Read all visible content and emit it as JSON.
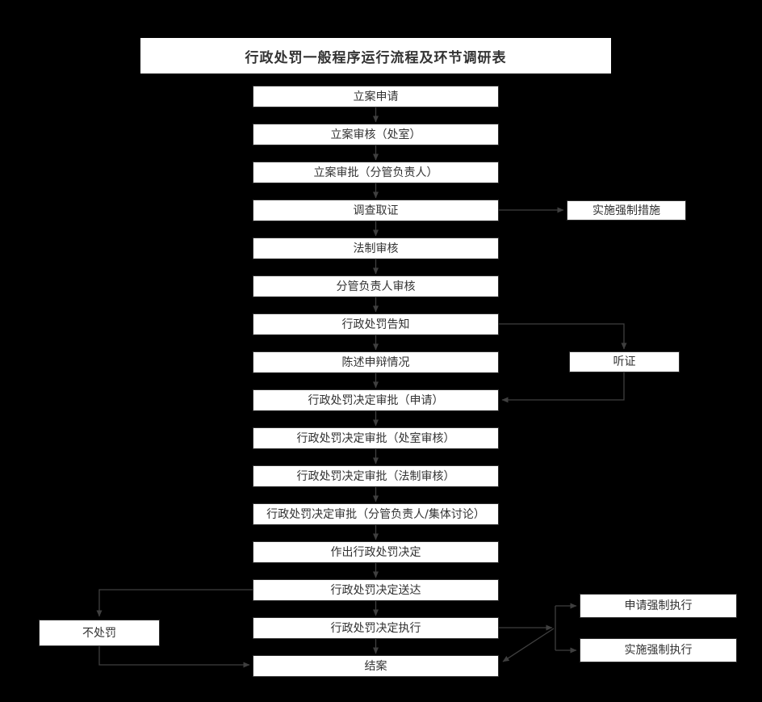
{
  "title": "行政处罚一般程序运行流程及环节调研表",
  "flow": {
    "main_steps": [
      "立案申请",
      "立案审核（处室）",
      "立案审批（分管负责人）",
      "调查取证",
      "法制审核",
      "分管负责人审核",
      "行政处罚告知",
      "陈述申辩情况",
      "行政处罚决定审批（申请）",
      "行政处罚决定审批（处室审核）",
      "行政处罚决定审批（法制审核）",
      "行政处罚决定审批（分管负责人/集体讨论）",
      "作出行政处罚决定",
      "行政处罚决定送达",
      "行政处罚决定执行",
      "结案"
    ],
    "side_nodes": {
      "enforce_measures": "实施强制措施",
      "hearing": "听证",
      "apply_enforcement": "申请强制执行",
      "implement_enforcement": "实施强制执行",
      "no_penalty": "不处罚"
    }
  },
  "colors": {
    "background": "#000000",
    "node_fill": "#ffffff",
    "node_border": "#2e2e2e",
    "connector": "#3f3f3f",
    "text": "#333333"
  }
}
